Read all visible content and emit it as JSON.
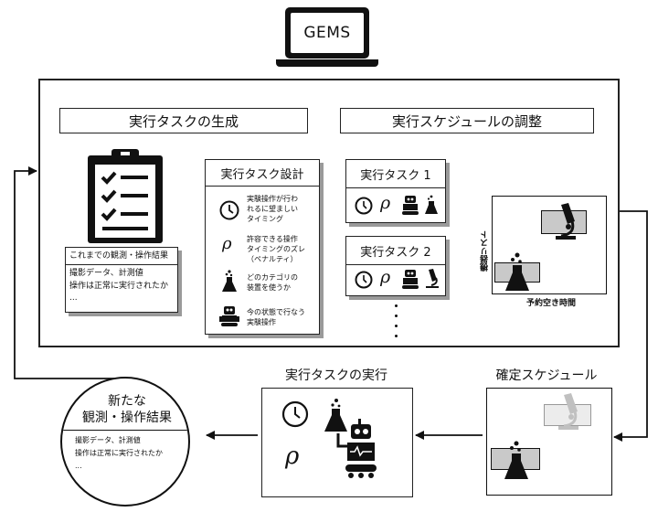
{
  "laptop": {
    "label": "GEMS"
  },
  "main": {
    "generate_title": "実行タスクの生成",
    "adjust_title": "実行スケジュールの調整",
    "history": {
      "header": "これまでの観測・操作結果",
      "lines": [
        "撮影データ、計測値",
        "操作は正常に実行されたか",
        "..."
      ]
    },
    "design": {
      "title": "実行タスク設計",
      "items": [
        {
          "icon": "clock-icon",
          "text": [
            "実験操作が行わ",
            "れるに望ましい",
            "タイミング"
          ]
        },
        {
          "icon": "rho-icon",
          "text": [
            "許容できる操作",
            "タイミングのズレ",
            "（ペナルティ）"
          ]
        },
        {
          "icon": "flask-icon",
          "text": [
            "どのカテゴリの",
            "装置を使うか"
          ]
        },
        {
          "icon": "robot-icon",
          "text": [
            "今の状態で行なう",
            "実験操作"
          ]
        }
      ]
    },
    "tasks": [
      {
        "label": "実行タスク 1"
      },
      {
        "label": "実行タスク 2"
      }
    ],
    "rho_symbol": "ρ",
    "schedule": {
      "y_label": "機器リスト",
      "x_label": "予約空き時間"
    }
  },
  "confirmed": {
    "title": "確定スケジュール"
  },
  "execution": {
    "title": "実行タスクの実行"
  },
  "new_results": {
    "title_line1": "新たな",
    "title_line2": "観測・操作結果",
    "lines": [
      "撮影データ、計測値",
      "操作は正常に実行されたか",
      "..."
    ]
  }
}
